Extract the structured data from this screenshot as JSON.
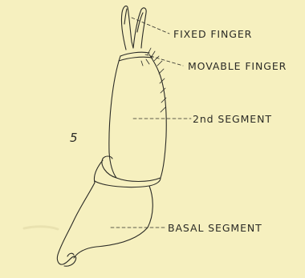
{
  "figure": {
    "number": "5",
    "labels": {
      "fixed_finger": "FIXED FINGER",
      "movable_finger": "MOVABLE FINGER",
      "second_segment": "2nd SEGMENT",
      "basal_segment": "BASAL SEGMENT"
    },
    "background_color": "#f6f0bf",
    "ink_color": "#2b2b26"
  }
}
